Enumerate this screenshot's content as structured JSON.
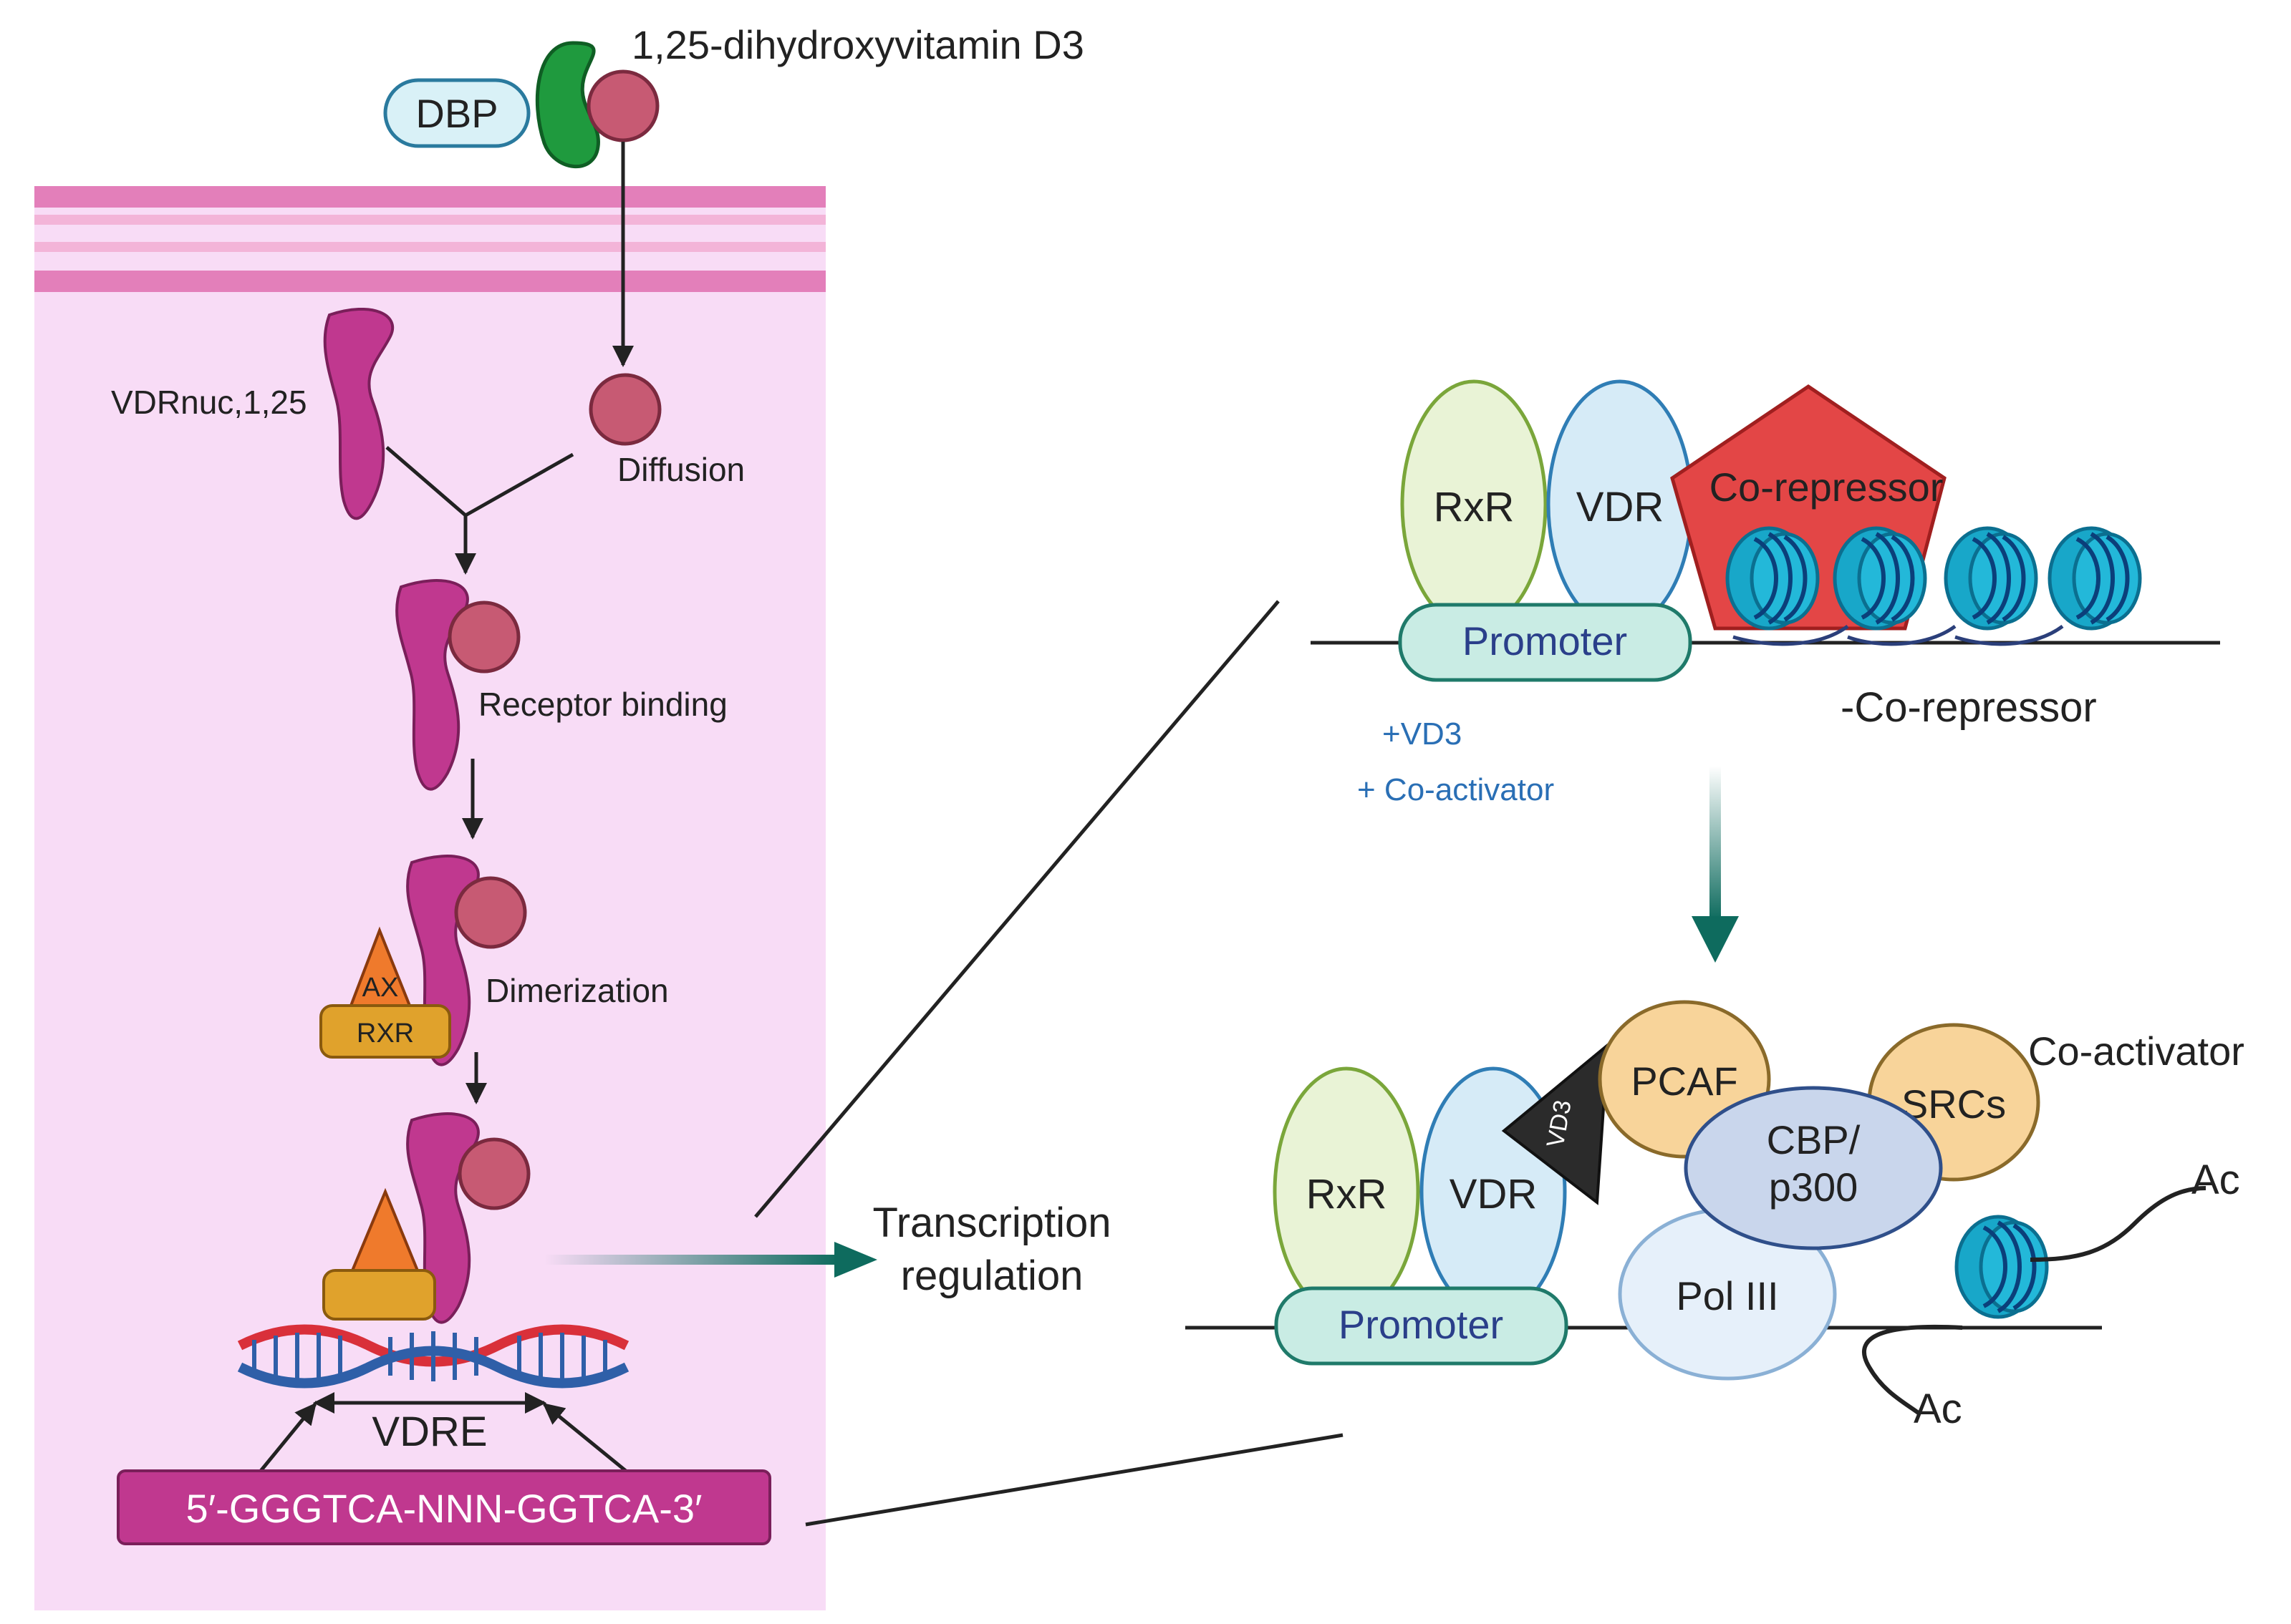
{
  "labels": {
    "vitamin": "1,25-dihydroxyvitamin D3",
    "dbp": "DBP",
    "vdrnuc": "VDRnuc,1,25",
    "diffusion": "Diffusion",
    "receptor_binding": "Receptor binding",
    "dimerization": "Dimerization",
    "ax": "AX",
    "rxr_small": "RXR",
    "vdre": "VDRE",
    "sequence": "5′-GGGTCA-NNN-GGTCA-3′",
    "transcription_line1": "Transcription",
    "transcription_line2": "regulation",
    "rxr": "RxR",
    "vdr": "VDR",
    "promoter": "Promoter",
    "corepressor": "Co-repressor",
    "minus_corepressor": "-Co-repressor",
    "plus_vd3": "+VD3",
    "plus_coactivator": "+ Co-activator",
    "vd3": "VD3",
    "pcaf": "PCAF",
    "cbp_line1": "CBP/",
    "cbp_line2": "p300",
    "srcs": "SRCs",
    "coactivator": "Co-activator",
    "pol": "Pol III",
    "ac": "Ac"
  },
  "colors": {
    "cell": "#f8dcf6",
    "membrane": "#e37fba",
    "receptor": "#c0388f",
    "ligand": "#c75a73",
    "dbp_green": "#1f9a3e",
    "dbp_box": "#d9f1f7",
    "rxr_orange": "#e0a22c",
    "ax_orange": "#ef7a2c",
    "dna_red": "#d9303a",
    "dna_blue": "#2f5fa8",
    "sequence_box": "#c0388f",
    "arrow_teal": "#0e6b5e",
    "rxr_ellipse": "#e9f3d6",
    "vdr_ellipse": "#d6ebf7",
    "promoter": "#c9ece4",
    "corepressor": "#e34646",
    "nucleosome": "#18a7c9",
    "pcaf": "#f8d49a",
    "cbp": "#c9d6ec",
    "pol": "#e6f0fa",
    "vd3_triangle": "#2b2b2b"
  },
  "icons": [
    "dbp-capsule",
    "vitamin-d3-ligand",
    "vdr-receptor",
    "dna-helix",
    "nucleosome-icon",
    "corepressor-pentagon",
    "vd3-triangle"
  ]
}
